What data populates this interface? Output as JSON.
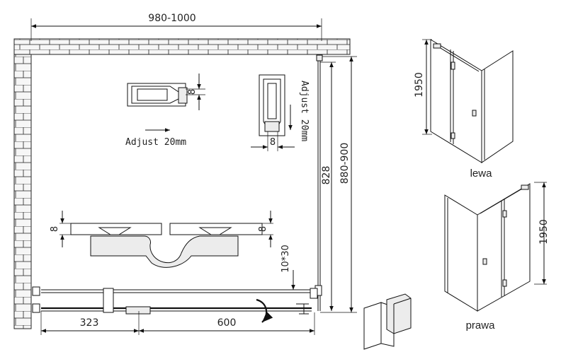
{
  "plan": {
    "overall_width": "980-1000",
    "overall_depth": "880-900",
    "inner_depth": "828",
    "left_offset": "323",
    "door_width": "600",
    "hole_spec": "10*30",
    "adjust_horizontal": "Adjust 20mm",
    "adjust_vertical": "Adjust 20mm",
    "profile_gap_top": "8",
    "profile_gap_bottom": "8",
    "profile_gap_left": "8",
    "profile_gap_right": "8"
  },
  "views": {
    "left_view": {
      "height": "1950",
      "label": "lewa"
    },
    "right_view": {
      "height": "1950",
      "label": "prawa"
    }
  }
}
